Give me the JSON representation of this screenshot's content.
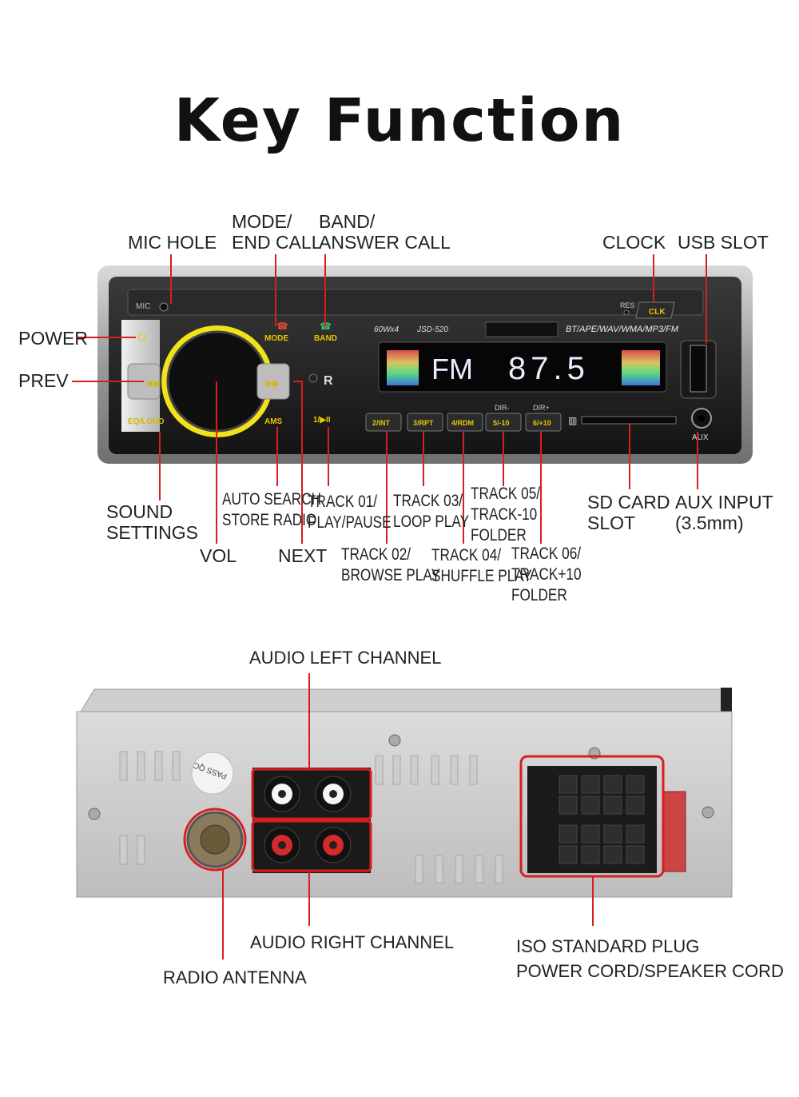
{
  "title": "Key Function",
  "front_panel": {
    "mic_small": "MIC",
    "mode_btn": "MODE",
    "band_btn": "BAND",
    "power_output": "60Wx4",
    "model": "JSD-520",
    "formats": "BT/APE/WAV/WMA/MP3/FM",
    "res": "RES",
    "clk_btn": "CLK",
    "display_band": "FM",
    "display_freq": "87.5",
    "eq_loud": "EQ/LOUD",
    "ams": "AMS",
    "play_btn": "1/▶II",
    "preset_2": "2/INT",
    "preset_3": "3/RPT",
    "preset_4": "4/RDM",
    "preset_5": "5/-10",
    "preset_6": "6/+10",
    "dir_minus": "DIR-",
    "dir_plus": "DIR+",
    "aux": "AUX"
  },
  "labels": {
    "mic_hole": "MIC HOLE",
    "mode": "MODE/\nEND CALL",
    "band": "BAND/\nANSWER CALL",
    "clock": "CLOCK",
    "usb_slot": "USB SLOT",
    "power": "POWER",
    "prev": "PREV",
    "sound_settings": "SOUND\nSETTINGS",
    "vol": "VOL",
    "auto_search": "AUTO SEARCH\nSTORE RADIO",
    "next": "NEXT",
    "track01": "TRACK 01/\nPLAY/PAUSE",
    "track02": "TRACK 02/\nBROWSE PLAY",
    "track03": "TRACK 03/\nLOOP PLAY",
    "track04": "TRACK 04/\nSHUFFLE PLAY",
    "track05": "TRACK 05/\nTRACK-10\nFOLDER",
    "track06": "TRACK 06/\nTRACK+10\nFOLDER",
    "sd_card": "SD CARD\nSLOT",
    "aux_input": "AUX INPUT\n(3.5mm)"
  },
  "rear_labels": {
    "audio_left": "AUDIO LEFT CHANNEL",
    "audio_right": "AUDIO RIGHT CHANNEL",
    "radio_antenna": "RADIO ANTENNA",
    "iso_plug": "ISO STANDARD PLUG\nPOWER CORD/SPEAKER CORD",
    "pass_qc": "PASS QC"
  },
  "colors": {
    "accent_red": "#d81e1e",
    "knob_ring": "#f5e61a",
    "display_blue": "#dfe8ff",
    "button_yellow": "#f2d51a"
  }
}
